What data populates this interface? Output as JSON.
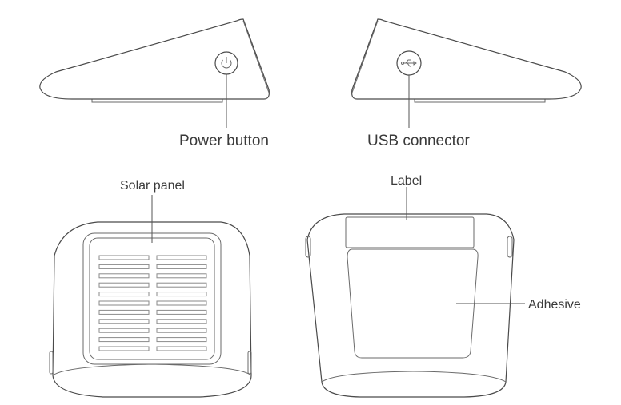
{
  "callouts": {
    "power_button": "Power button",
    "usb_connector": "USB connector",
    "solar_panel": "Solar panel",
    "label": "Label",
    "adhesive": "Adhesive"
  },
  "icons": {
    "power": "power-icon",
    "usb": "usb-icon"
  },
  "colors": {
    "line": "#4a4a4a",
    "text": "#3a3a3a",
    "background": "#ffffff"
  }
}
